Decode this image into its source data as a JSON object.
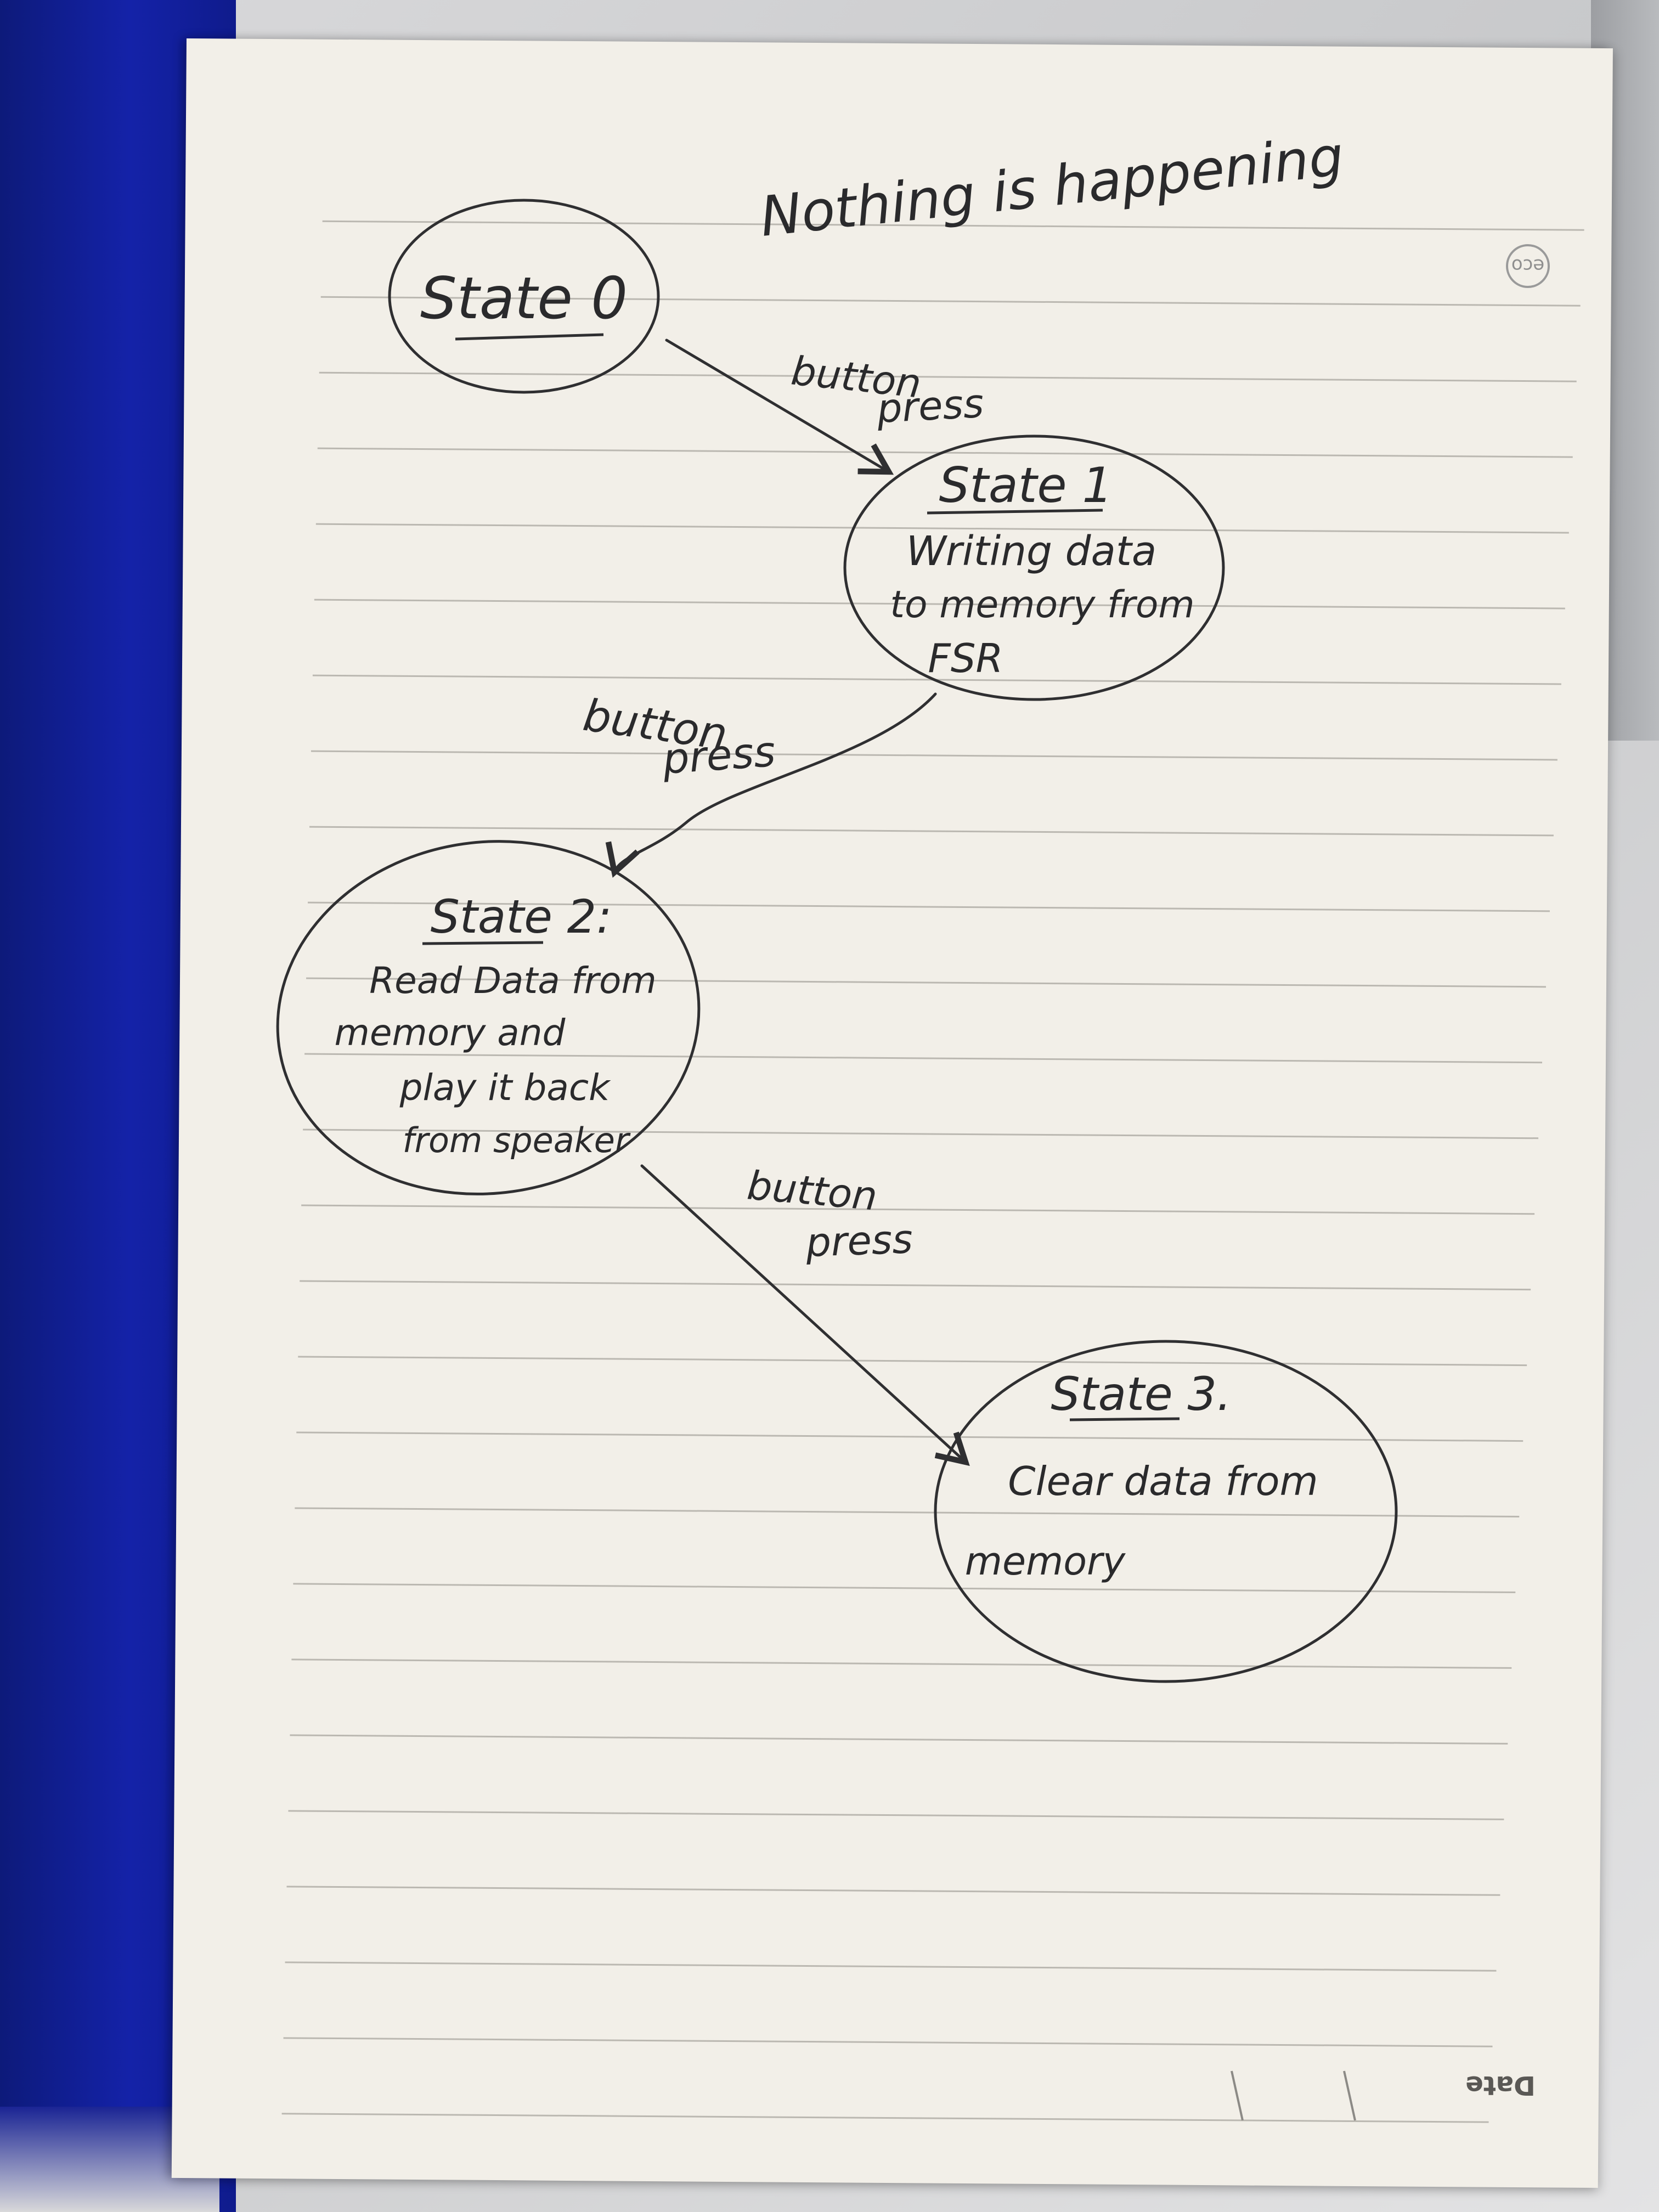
{
  "annotation": {
    "text": "Nothing is happening"
  },
  "states": [
    {
      "title": "State 0",
      "lines": []
    },
    {
      "title": "State 1",
      "lines": [
        "Writing data",
        "to memory from",
        "FSR"
      ]
    },
    {
      "title": "State 2:",
      "lines": [
        "Read Data from",
        "memory and",
        "play it back",
        "from speaker"
      ]
    },
    {
      "title": "State 3.",
      "lines": [
        "Clear data from",
        "memory"
      ]
    }
  ],
  "transitions": [
    {
      "from": 0,
      "to": 1,
      "lines": [
        "button",
        "press"
      ]
    },
    {
      "from": 1,
      "to": 2,
      "lines": [
        "button",
        "press"
      ]
    },
    {
      "from": 2,
      "to": 3,
      "lines": [
        "button",
        "press"
      ]
    }
  ],
  "footer": {
    "date_label": "Date"
  },
  "logo": {
    "text": "eco"
  }
}
